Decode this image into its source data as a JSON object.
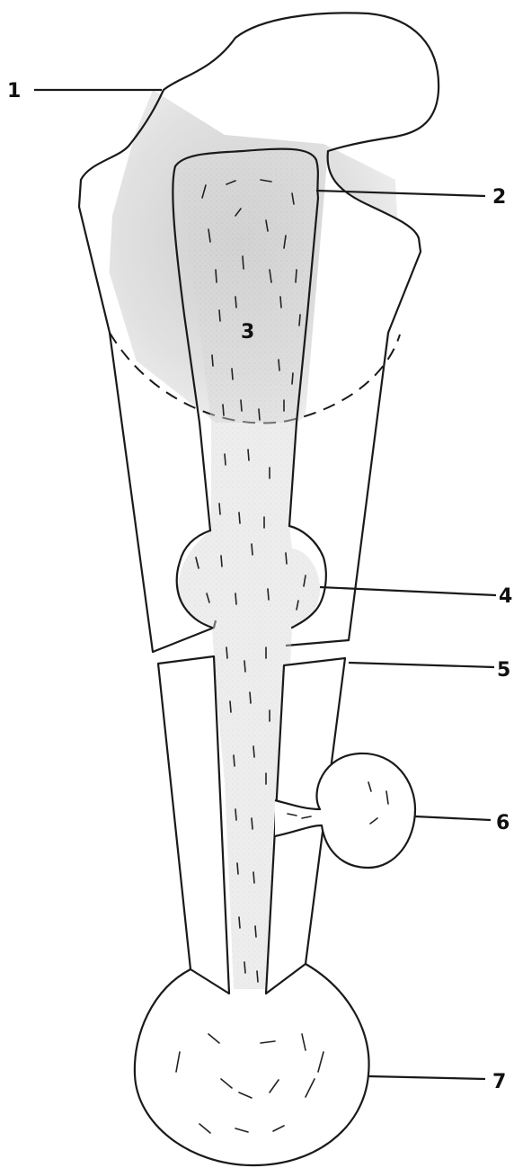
{
  "labels": [
    {
      "id": "1",
      "text": "1"
    },
    {
      "id": "2",
      "text": "2"
    },
    {
      "id": "3",
      "text": "3"
    },
    {
      "id": "4",
      "text": "4"
    },
    {
      "id": "5",
      "text": "5"
    },
    {
      "id": "6",
      "text": "6"
    },
    {
      "id": "7",
      "text": "7"
    }
  ],
  "colors": {
    "stroke": "#1a1a1a",
    "shade": "#cfcfcf",
    "background": "#ffffff"
  }
}
